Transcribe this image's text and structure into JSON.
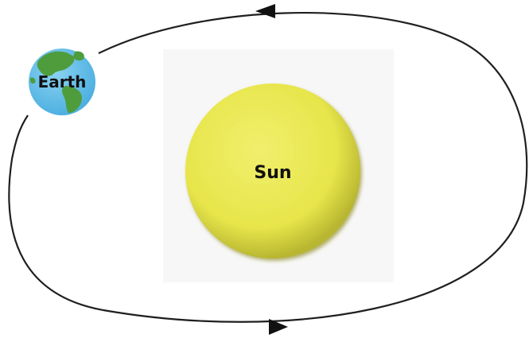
{
  "diagram": {
    "sun": {
      "label": "Sun",
      "color": "#e7e54a"
    },
    "earth": {
      "label": "Earth",
      "ocean_color": "#63bde6",
      "land_color": "#4f9c3d"
    },
    "orbit": {
      "color": "#1f1f1f",
      "direction": "counterclockwise"
    }
  }
}
